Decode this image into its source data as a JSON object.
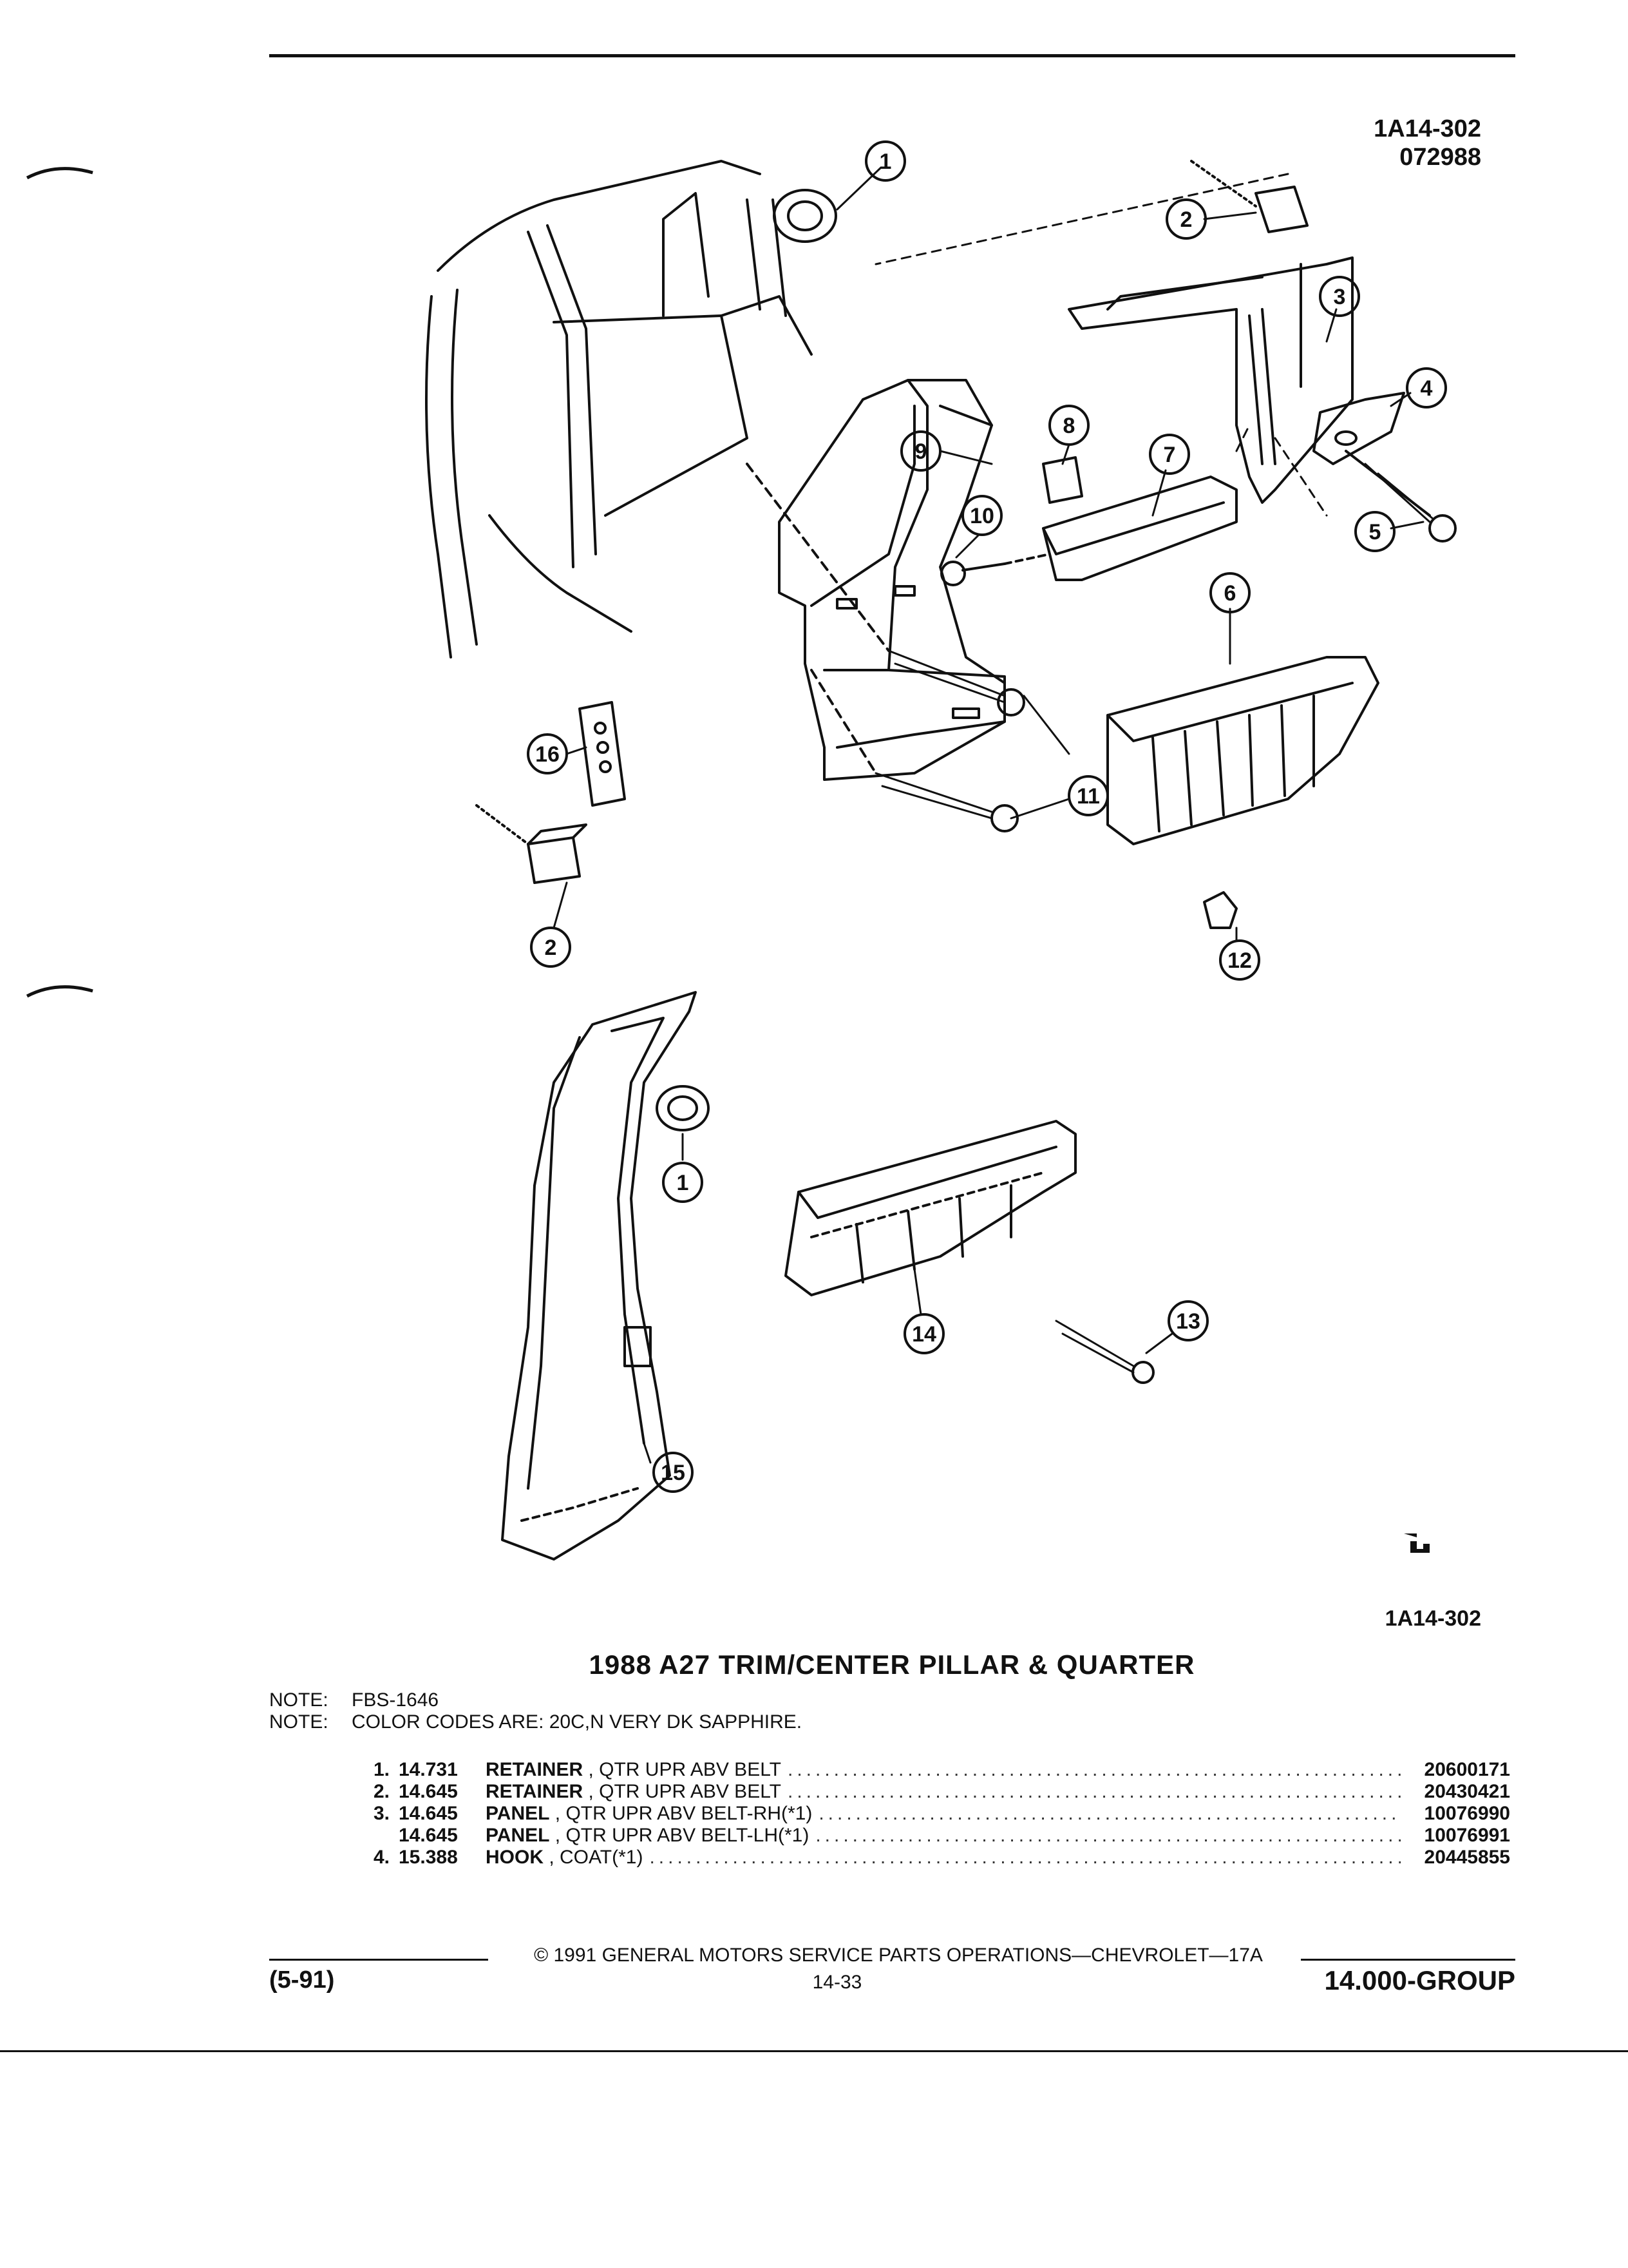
{
  "figure": {
    "id": "1A14-302",
    "date_code": "072988",
    "id_bottom": "1A14-302"
  },
  "callouts": [
    "1",
    "2",
    "3",
    "4",
    "5",
    "6",
    "7",
    "8",
    "9",
    "10",
    "11",
    "12",
    "13",
    "14",
    "15",
    "16"
  ],
  "title": "1988 A27 TRIM/CENTER PILLAR & QUARTER",
  "notes": [
    {
      "label": "NOTE:",
      "text": "FBS-1646"
    },
    {
      "label": "NOTE:",
      "text": "COLOR CODES ARE: 20C,N VERY DK SAPPHIRE."
    }
  ],
  "parts": [
    {
      "num": "1.",
      "code": "14.731",
      "name": "RETAINER",
      "desc": ", QTR UPR ABV BELT",
      "pn": "20600171"
    },
    {
      "num": "2.",
      "code": "14.645",
      "name": "RETAINER",
      "desc": ", QTR UPR ABV BELT",
      "pn": "20430421"
    },
    {
      "num": "3.",
      "code": "14.645",
      "name": "PANEL",
      "desc": ", QTR UPR ABV BELT-RH(*1)",
      "pn": "10076990"
    },
    {
      "num": "",
      "code": "14.645",
      "name": "PANEL",
      "desc": ", QTR UPR ABV BELT-LH(*1)",
      "pn": "10076991"
    },
    {
      "num": "4.",
      "code": "15.388",
      "name": "HOOK",
      "desc": ", COAT(*1)",
      "pn": "20445855"
    }
  ],
  "footer": {
    "copyright": "© 1991 GENERAL MOTORS SERVICE PARTS OPERATIONS—CHEVROLET—17A",
    "date": "(5-91)",
    "page": "14-33",
    "group": "14.000-GROUP"
  },
  "colors": {
    "ink": "#111111",
    "paper": "#ffffff"
  }
}
